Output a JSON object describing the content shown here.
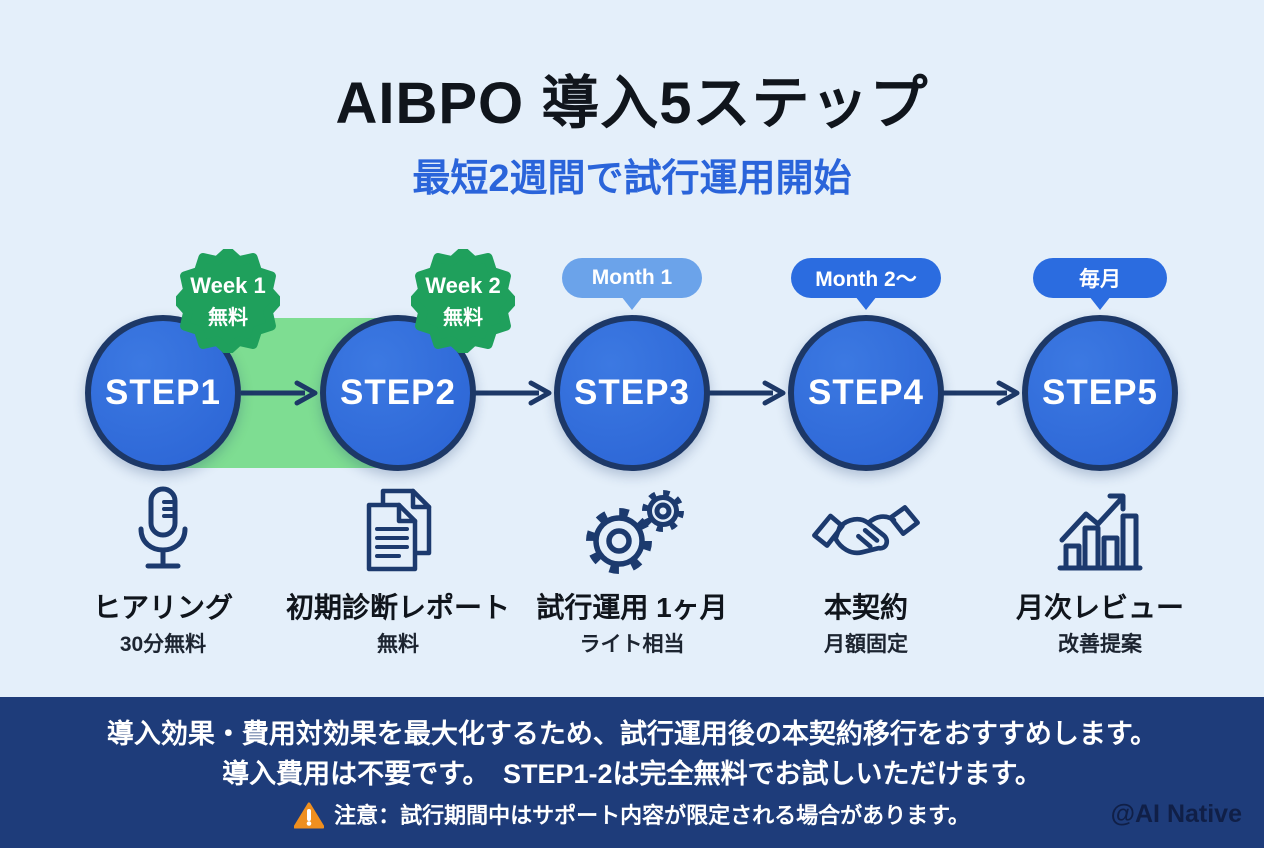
{
  "title": "AIBPO 導入5ステップ",
  "subtitle": "最短2週間で試行運用開始",
  "steps": [
    {
      "id": "STEP1",
      "badge": {
        "type": "seal",
        "text": "Week 1",
        "subtext": "無料"
      },
      "icon": "microphone-icon",
      "label": "ヒアリング",
      "sublabel": "30分無料"
    },
    {
      "id": "STEP2",
      "badge": {
        "type": "seal",
        "text": "Week 2",
        "subtext": "無料"
      },
      "icon": "documents-icon",
      "label": "初期診断レポート",
      "sublabel": "無料"
    },
    {
      "id": "STEP3",
      "badge": {
        "type": "bubble-light",
        "text": "Month 1"
      },
      "icon": "gears-icon",
      "label": "試行運用 1ヶ月",
      "sublabel": "ライト相当"
    },
    {
      "id": "STEP4",
      "badge": {
        "type": "bubble",
        "text": "Month 2〜"
      },
      "icon": "handshake-icon",
      "label": "本契約",
      "sublabel": "月額固定"
    },
    {
      "id": "STEP5",
      "badge": {
        "type": "bubble",
        "text": "毎月"
      },
      "icon": "bar-chart-icon",
      "label": "月次レビュー",
      "sublabel": "改善提案"
    }
  ],
  "footer": {
    "line1": "導入効果・費用対効果を最大化するため、試行運用後の本契約移行をおすすめします。",
    "line2": "導入費用は不要です。　STEP1-2は完全無料でお試しいただけます。",
    "warning": "注意：試行期間中はサポート内容が限定される場合があります。",
    "watermark": "@AI Native"
  },
  "colors": {
    "background": "#e4effa",
    "circle_blue": "#2e6ad8",
    "circle_border": "#1d3867",
    "green_highlight": "#7edd92",
    "seal_green": "#1fa05c",
    "bubble_light_blue": "#6ba3ea",
    "bubble_blue": "#2b6ce0",
    "icon_navy": "#1c3a6e",
    "footer_navy": "#1e3c7a",
    "subtitle_blue": "#2a64da",
    "warning_orange": "#ef8f1f"
  }
}
